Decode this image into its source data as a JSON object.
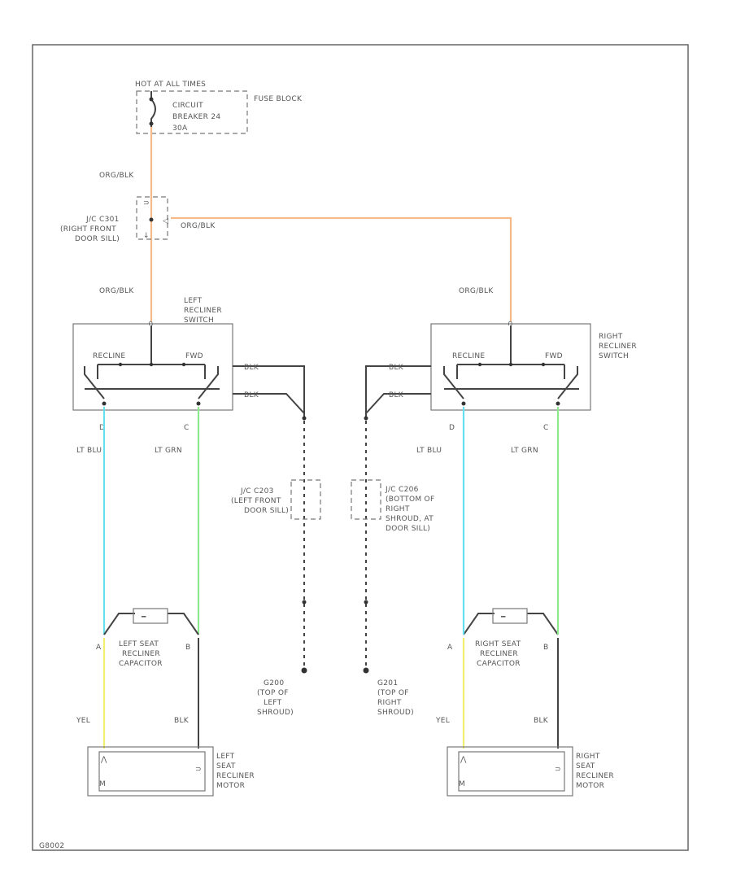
{
  "diagram": {
    "colors": {
      "org_blk": "#f5b98a",
      "lt_blu": "#66e0f0",
      "lt_grn": "#8ee88e",
      "yel": "#f0f070",
      "blk": "#444444",
      "frame": "#666666"
    },
    "labels": {
      "hot_at_all_times": "HOT AT ALL TIMES",
      "circuit_breaker": [
        "CIRCUIT",
        "BREAKER 24",
        "30A"
      ],
      "fuse_block": "FUSE BLOCK",
      "org_blk_top": "ORG/BLK",
      "jc_right_front": [
        "J/C C301",
        "(RIGHT FRONT",
        "DOOR SILL)"
      ],
      "org_blk_horizontal": "ORG/BLK",
      "org_blk_left": "ORG/BLK",
      "org_blk_right": "ORG/BLK",
      "left_recliner_switch": [
        "LEFT",
        "RECLINER",
        "SWITCH"
      ],
      "right_recliner_switch": [
        "RIGHT",
        "RECLINER",
        "SWITCH"
      ],
      "recline": "RECLINE",
      "fwd": "FWD",
      "blk": "BLK",
      "pin_d": "D",
      "pin_c": "C",
      "pin_a": "A",
      "pin_b": "B",
      "lt_blu": "LT BLU",
      "lt_grn": "LT GRN",
      "jc_left_front": [
        "J/C C203",
        "(LEFT FRONT",
        "DOOR SILL)"
      ],
      "jc_bottom_right": [
        "J/C C206",
        "(BOTTOM OF",
        "RIGHT",
        "SHROUD, AT",
        "DOOR SILL)"
      ],
      "left_capacitor": [
        "LEFT SEAT",
        "RECLINER",
        "CAPACITOR"
      ],
      "right_capacitor": [
        "RIGHT SEAT",
        "RECLINER",
        "CAPACITOR"
      ],
      "g200": [
        "G200",
        "(TOP OF",
        "LEFT",
        "SHROUD)"
      ],
      "g201": [
        "G201",
        "(TOP OF",
        "RIGHT",
        "SHROUD)"
      ],
      "yel": "YEL",
      "left_motor": [
        "LEFT",
        "SEAT",
        "RECLINER",
        "MOTOR"
      ],
      "right_motor": [
        "RIGHT",
        "SEAT",
        "RECLINER",
        "MOTOR"
      ],
      "m": "M",
      "footer_code": "G8002"
    }
  }
}
